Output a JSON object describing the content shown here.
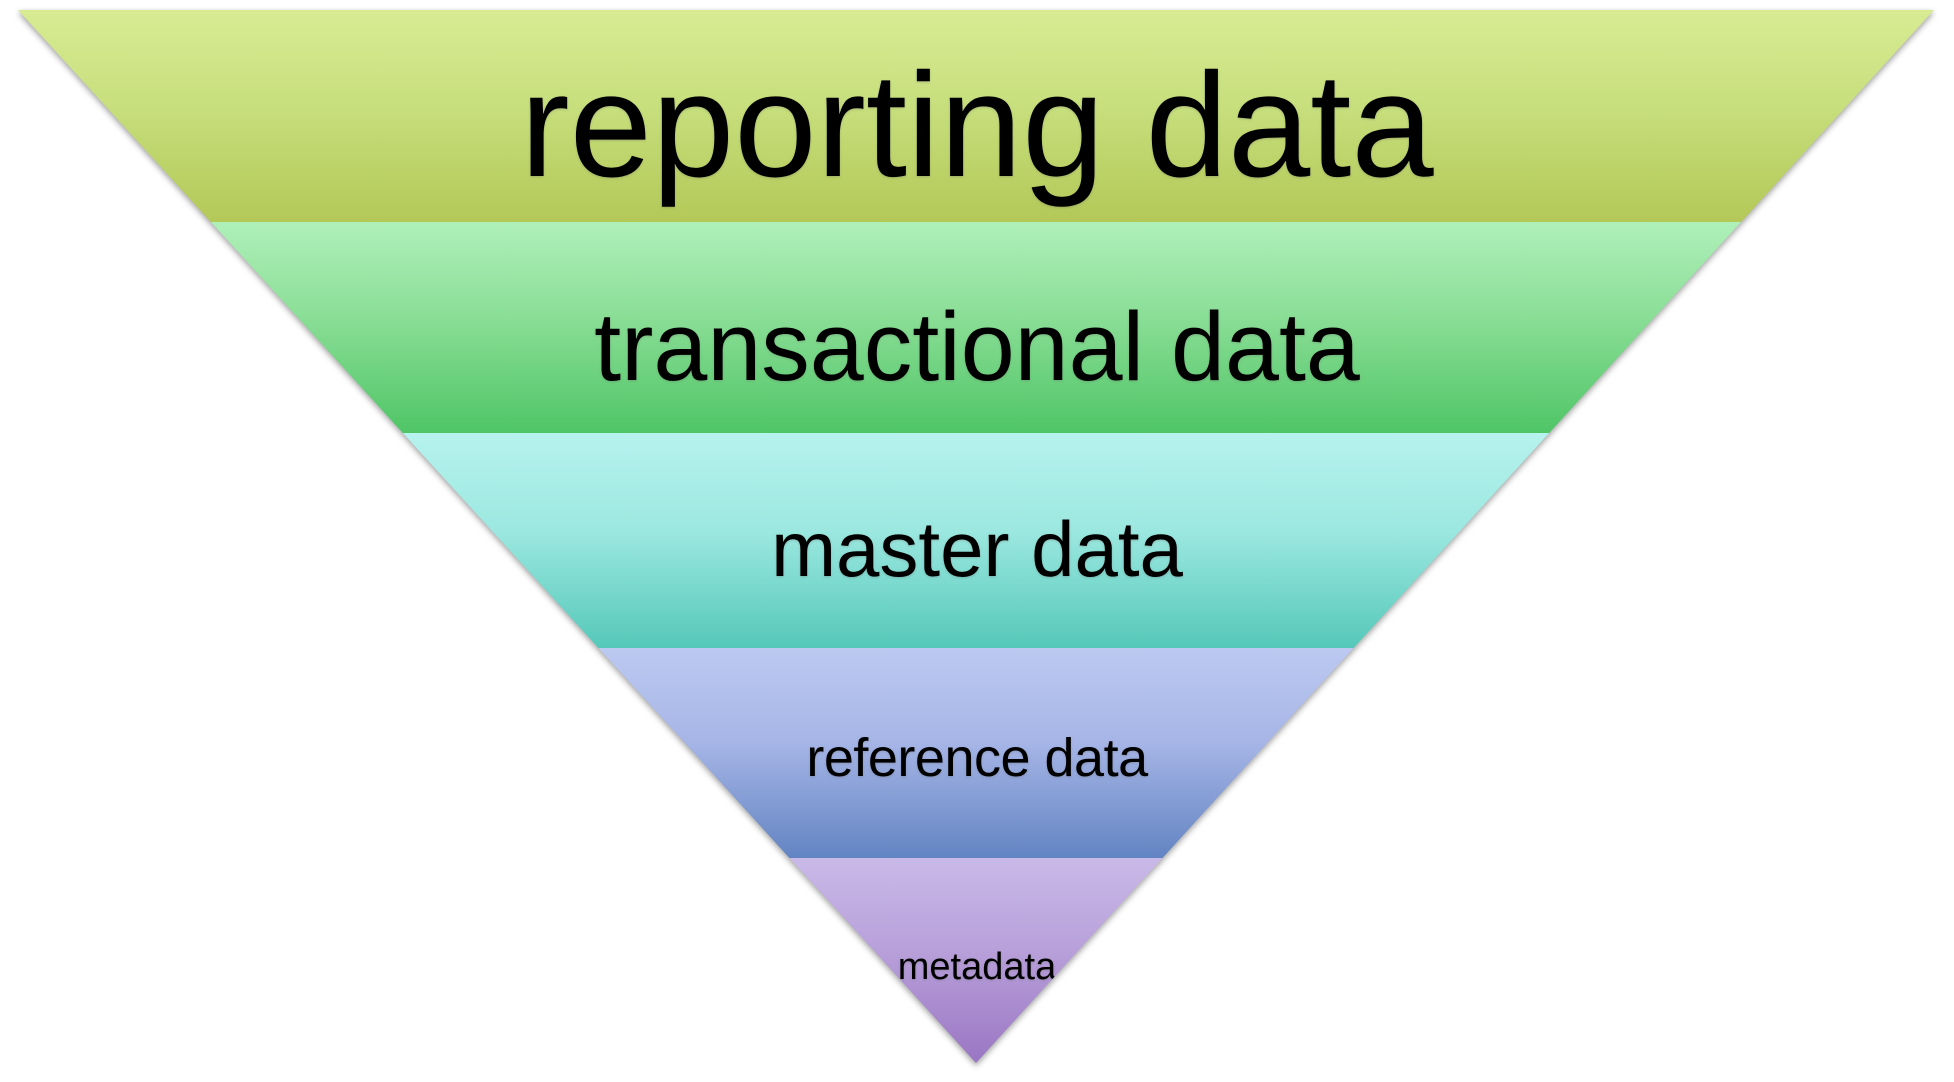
{
  "diagram": {
    "type": "inverted-pyramid",
    "background_color": "#ffffff",
    "text_color": "#000000",
    "shadow_color": "#6e6e6e",
    "levels": [
      {
        "label": "reporting data",
        "gradient": {
          "top": "#d8eb93",
          "mid": "#c7df7d",
          "bottom": "#b3c857"
        }
      },
      {
        "label": "transactional data",
        "gradient": {
          "top": "#aff0b9",
          "mid": "#8ade96",
          "bottom": "#4fc566"
        }
      },
      {
        "label": "master data",
        "gradient": {
          "top": "#b6f2ee",
          "mid": "#9ce8e0",
          "bottom": "#55c8b9"
        }
      },
      {
        "label": "reference data",
        "gradient": {
          "top": "#bcc9f1",
          "mid": "#a6b5e6",
          "bottom": "#6284c2"
        }
      },
      {
        "label": "metadata",
        "gradient": {
          "top": "#c9b9e8",
          "mid": "#b8a0da",
          "bottom": "#9a76c3"
        }
      }
    ]
  }
}
